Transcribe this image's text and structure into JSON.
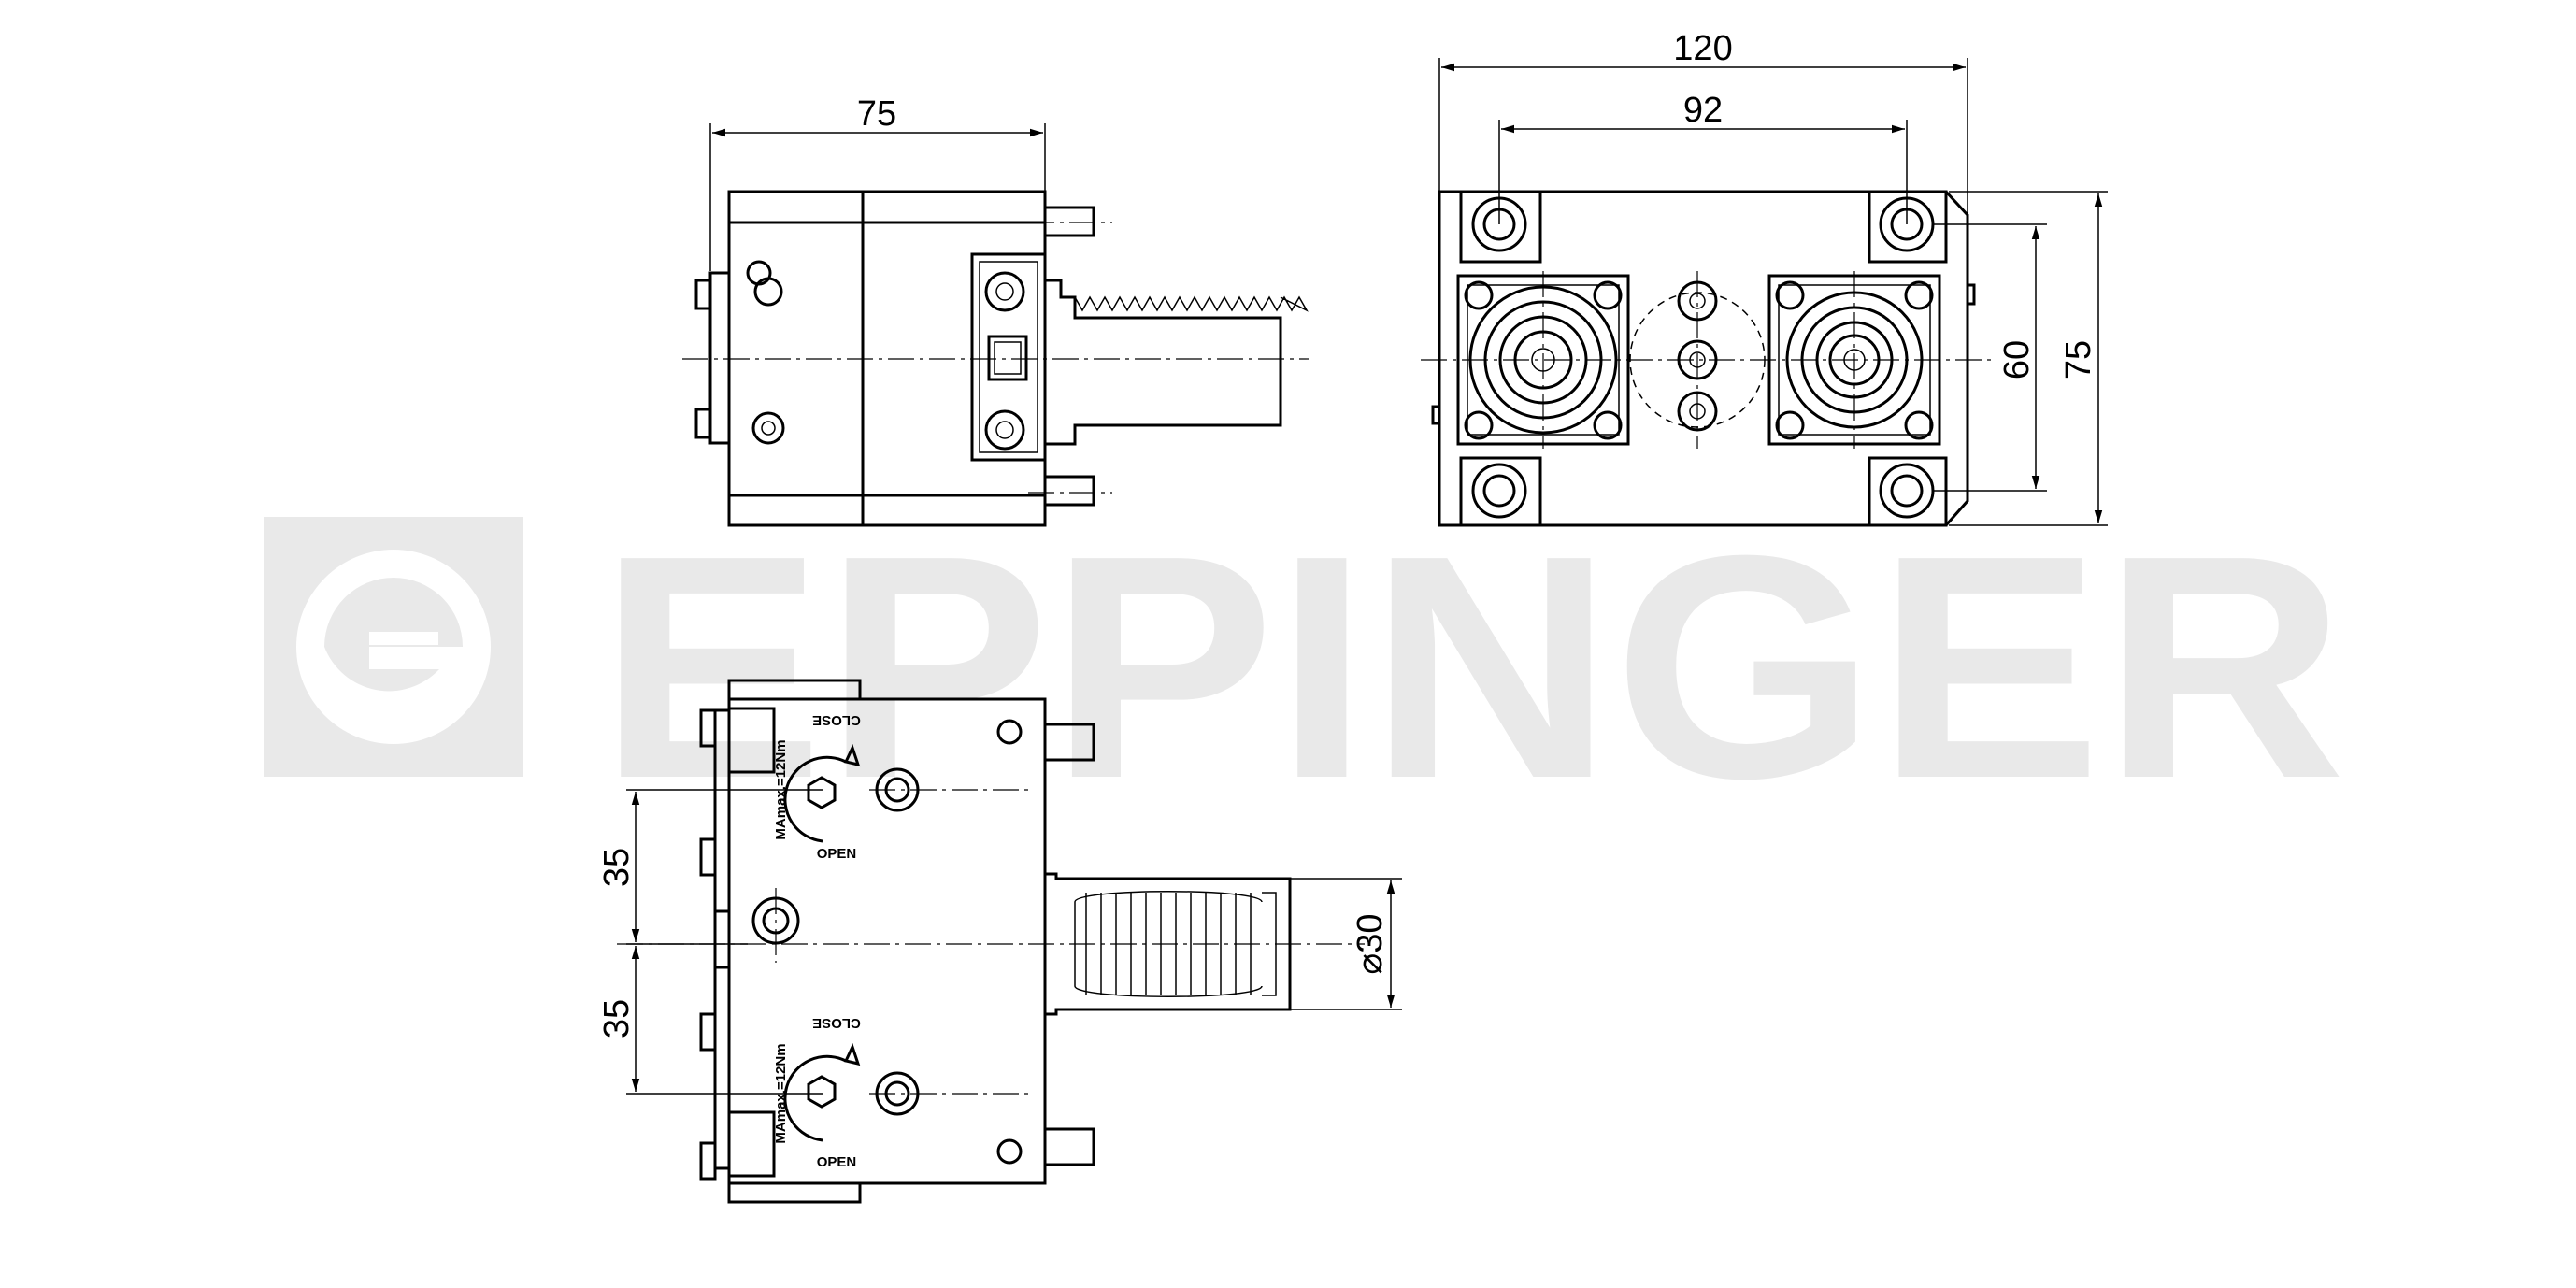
{
  "watermark": {
    "text": "EPPINGER",
    "color": "#e9e9e9"
  },
  "dimensions": {
    "top_left_width": "75",
    "top_right_outer_width": "120",
    "top_right_hole_spacing": "92",
    "top_right_inner_height": "60",
    "top_right_outer_height": "75",
    "bottom_spacing_upper": "35",
    "bottom_spacing_lower": "35",
    "shank_diameter": "⌀30"
  },
  "labels": {
    "close_upper": "CLOSE",
    "open_upper": "OPEN",
    "torque_upper": "MAmax.=12Nm",
    "close_lower": "CLOSE",
    "open_lower": "OPEN",
    "torque_lower": "MAmax.=12Nm"
  },
  "colors": {
    "line": "#000000",
    "background": "#ffffff"
  }
}
